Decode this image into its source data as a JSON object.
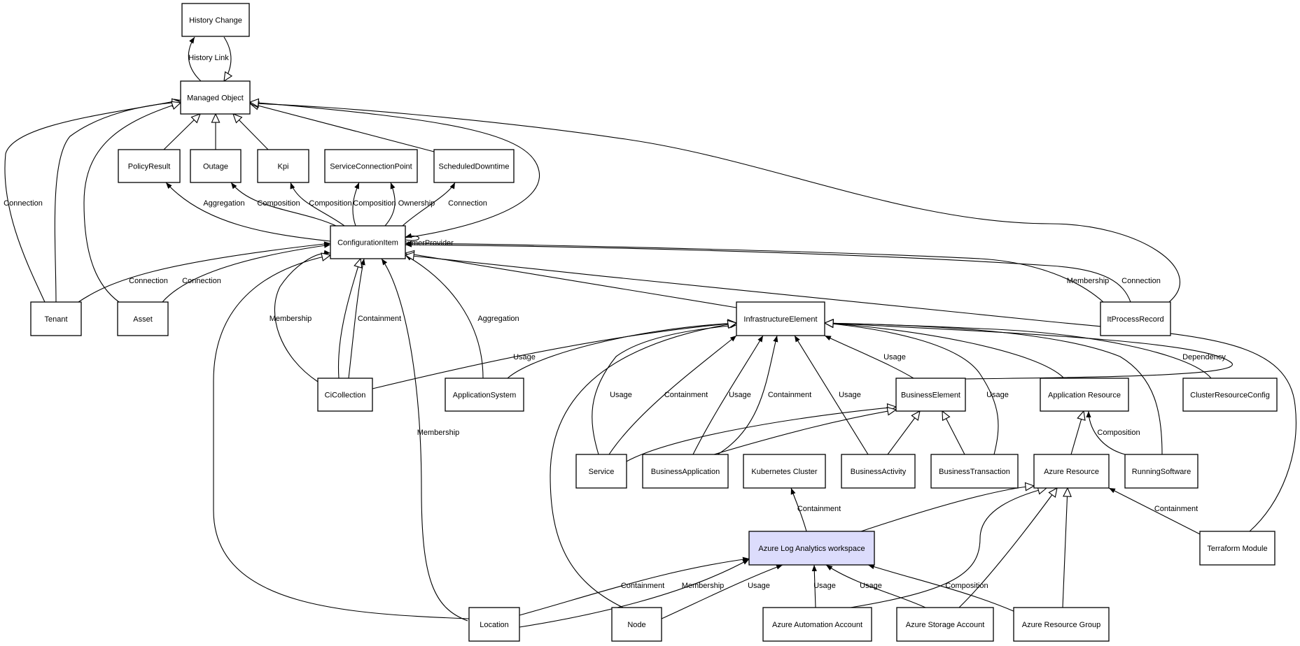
{
  "diagram": {
    "colors": {
      "background": "#ffffff",
      "node_fill": "#ffffff",
      "highlight_fill": "#dcdcfc",
      "stroke": "#000000"
    },
    "nodes": [
      {
        "id": "history_change",
        "label": "History Change"
      },
      {
        "id": "managed_object",
        "label": "Managed Object"
      },
      {
        "id": "policy_result",
        "label": "PolicyResult"
      },
      {
        "id": "outage",
        "label": "Outage"
      },
      {
        "id": "kpi",
        "label": "Kpi"
      },
      {
        "id": "service_connection_point",
        "label": "ServiceConnectionPoint"
      },
      {
        "id": "scheduled_downtime",
        "label": "ScheduledDowntime"
      },
      {
        "id": "configuration_item",
        "label": "ConfigurationItem"
      },
      {
        "id": "tenant",
        "label": "Tenant"
      },
      {
        "id": "asset",
        "label": "Asset"
      },
      {
        "id": "infrastructure_element",
        "label": "InfrastructureElement"
      },
      {
        "id": "it_process_record",
        "label": "ItProcessRecord"
      },
      {
        "id": "ci_collection",
        "label": "CiCollection"
      },
      {
        "id": "application_system",
        "label": "ApplicationSystem"
      },
      {
        "id": "business_element",
        "label": "BusinessElement"
      },
      {
        "id": "application_resource",
        "label": "Application Resource"
      },
      {
        "id": "cluster_resource_config",
        "label": "ClusterResourceConfig"
      },
      {
        "id": "service",
        "label": "Service"
      },
      {
        "id": "business_application",
        "label": "BusinessApplication"
      },
      {
        "id": "kubernetes_cluster",
        "label": "Kubernetes Cluster"
      },
      {
        "id": "business_activity",
        "label": "BusinessActivity"
      },
      {
        "id": "business_transaction",
        "label": "BusinessTransaction"
      },
      {
        "id": "azure_resource",
        "label": "Azure Resource"
      },
      {
        "id": "running_software",
        "label": "RunningSoftware"
      },
      {
        "id": "azure_log_analytics_workspace",
        "label": "Azure Log Analytics workspace",
        "highlight": true
      },
      {
        "id": "terraform_module",
        "label": "Terraform Module"
      },
      {
        "id": "location",
        "label": "Location"
      },
      {
        "id": "node",
        "label": "Node"
      },
      {
        "id": "azure_automation_account",
        "label": "Azure Automation Account"
      },
      {
        "id": "azure_storage_account",
        "label": "Azure Storage Account"
      },
      {
        "id": "azure_resource_group",
        "label": "Azure Resource Group"
      }
    ],
    "edges": [
      {
        "id": "hist_link_a",
        "from": "managed_object",
        "to": "history_change",
        "arrow": "filled",
        "label": "History Link"
      },
      {
        "id": "hist_link_b",
        "from": "history_change",
        "to": "managed_object",
        "arrow": "hollow",
        "label": ""
      },
      {
        "id": "policy_inherit",
        "from": "policy_result",
        "to": "managed_object",
        "arrow": "hollow",
        "label": ""
      },
      {
        "id": "outage_inherit",
        "from": "outage",
        "to": "managed_object",
        "arrow": "hollow",
        "label": ""
      },
      {
        "id": "kpi_inherit",
        "from": "kpi",
        "to": "managed_object",
        "arrow": "hollow",
        "label": ""
      },
      {
        "id": "sched_inherit",
        "from": "scheduled_downtime",
        "to": "managed_object",
        "arrow": "hollow",
        "label": ""
      },
      {
        "id": "itpr_inherit",
        "from": "it_process_record",
        "to": "managed_object",
        "arrow": "hollow",
        "label": ""
      },
      {
        "id": "tenant_conn_mo",
        "from": "tenant",
        "to": "managed_object",
        "arrow": "filled",
        "label": "Connection"
      },
      {
        "id": "tenant_inherit_mo",
        "from": "tenant",
        "to": "managed_object",
        "arrow": "hollow",
        "label": ""
      },
      {
        "id": "asset_inherit_mo",
        "from": "asset",
        "to": "managed_object",
        "arrow": "hollow",
        "label": ""
      },
      {
        "id": "ci_inherit_mo",
        "from": "configuration_item",
        "to": "managed_object",
        "arrow": "hollow",
        "label": ""
      },
      {
        "id": "ci_aggr_policy",
        "from": "configuration_item",
        "to": "policy_result",
        "arrow": "filled",
        "label": "Aggregation"
      },
      {
        "id": "ci_comp_outage",
        "from": "configuration_item",
        "to": "outage",
        "arrow": "filled",
        "label": "Composition"
      },
      {
        "id": "ci_comp_kpi",
        "from": "configuration_item",
        "to": "kpi",
        "arrow": "filled",
        "label": "Composition"
      },
      {
        "id": "ci_comp_scp",
        "from": "configuration_item",
        "to": "service_connection_point",
        "arrow": "filled",
        "label": "Composition"
      },
      {
        "id": "ci_own_scp",
        "from": "configuration_item",
        "to": "service_connection_point",
        "arrow": "filled",
        "label": "Ownership"
      },
      {
        "id": "ci_conn_sched",
        "from": "configuration_item",
        "to": "scheduled_downtime",
        "arrow": "filled",
        "label": "Connection"
      },
      {
        "id": "ci_self",
        "from": "configuration_item",
        "to": "configuration_item",
        "arrow": "filled",
        "label": "ConsumerProvider"
      },
      {
        "id": "tenant_conn_ci",
        "from": "tenant",
        "to": "configuration_item",
        "arrow": "filled",
        "label": "Connection"
      },
      {
        "id": "asset_conn_ci",
        "from": "asset",
        "to": "configuration_item",
        "arrow": "filled",
        "label": "Connection"
      },
      {
        "id": "cicoll_member_ci",
        "from": "ci_collection",
        "to": "configuration_item",
        "arrow": "filled",
        "label": "Membership"
      },
      {
        "id": "cicoll_contain_ci",
        "from": "ci_collection",
        "to": "configuration_item",
        "arrow": "filled",
        "label": "Containment"
      },
      {
        "id": "cicoll_inherit_ci",
        "from": "ci_collection",
        "to": "configuration_item",
        "arrow": "hollow",
        "label": ""
      },
      {
        "id": "appsys_aggr_ci",
        "from": "application_system",
        "to": "configuration_item",
        "arrow": "filled",
        "label": "Aggregation"
      },
      {
        "id": "location_member_ci",
        "from": "location",
        "to": "configuration_item",
        "arrow": "filled",
        "label": "Membership"
      },
      {
        "id": "location_inherit_ci",
        "from": "location",
        "to": "configuration_item",
        "arrow": "hollow",
        "label": ""
      },
      {
        "id": "ie_inherit_ci",
        "from": "infrastructure_element",
        "to": "configuration_item",
        "arrow": "hollow",
        "label": ""
      },
      {
        "id": "terraform_inherit_ci",
        "from": "terraform_module",
        "to": "configuration_item",
        "arrow": "hollow",
        "label": ""
      },
      {
        "id": "itpr_member_ci",
        "from": "it_process_record",
        "to": "configuration_item",
        "arrow": "filled",
        "label": "Membership"
      },
      {
        "id": "itpr_conn_ci",
        "from": "it_process_record",
        "to": "configuration_item",
        "arrow": "filled",
        "label": "Connection"
      },
      {
        "id": "cicoll_usage_ie",
        "from": "ci_collection",
        "to": "infrastructure_element",
        "arrow": "filled",
        "label": "Usage"
      },
      {
        "id": "appsys_inherit_ie",
        "from": "application_system",
        "to": "infrastructure_element",
        "arrow": "hollow",
        "label": ""
      },
      {
        "id": "service_usage_ie",
        "from": "service",
        "to": "infrastructure_element",
        "arrow": "filled",
        "label": "Usage"
      },
      {
        "id": "service_contain_ie",
        "from": "service",
        "to": "infrastructure_element",
        "arrow": "filled",
        "label": "Containment"
      },
      {
        "id": "bapp_usage_ie",
        "from": "business_application",
        "to": "infrastructure_element",
        "arrow": "filled",
        "label": "Usage"
      },
      {
        "id": "bapp_contain_ie",
        "from": "business_application",
        "to": "infrastructure_element",
        "arrow": "filled",
        "label": "Containment"
      },
      {
        "id": "bactivity_usage_ie",
        "from": "business_activity",
        "to": "infrastructure_element",
        "arrow": "filled",
        "label": "Usage"
      },
      {
        "id": "be_usage_ie",
        "from": "business_element",
        "to": "infrastructure_element",
        "arrow": "filled",
        "label": "Usage"
      },
      {
        "id": "btrans_usage_ie",
        "from": "business_transaction",
        "to": "infrastructure_element",
        "arrow": "filled",
        "label": "Usage"
      },
      {
        "id": "appres_inherit_ie",
        "from": "application_resource",
        "to": "infrastructure_element",
        "arrow": "hollow",
        "label": ""
      },
      {
        "id": "running_inherit_ie",
        "from": "running_software",
        "to": "infrastructure_element",
        "arrow": "hollow",
        "label": ""
      },
      {
        "id": "crc_dep_ie",
        "from": "cluster_resource_config",
        "to": "infrastructure_element",
        "arrow": "filled",
        "label": "Dependency"
      },
      {
        "id": "be_inherit_ie",
        "from": "business_element",
        "to": "infrastructure_element",
        "arrow": "hollow",
        "label": ""
      },
      {
        "id": "node_inherit_ie",
        "from": "node",
        "to": "infrastructure_element",
        "arrow": "hollow",
        "label": ""
      },
      {
        "id": "service_inherit_be",
        "from": "service",
        "to": "business_element",
        "arrow": "hollow",
        "label": ""
      },
      {
        "id": "bapp_inherit_be",
        "from": "business_application",
        "to": "business_element",
        "arrow": "hollow",
        "label": ""
      },
      {
        "id": "bactivity_inherit_be",
        "from": "business_activity",
        "to": "business_element",
        "arrow": "hollow",
        "label": ""
      },
      {
        "id": "btrans_inherit_be",
        "from": "business_transaction",
        "to": "business_element",
        "arrow": "hollow",
        "label": ""
      },
      {
        "id": "azres_inherit_appres",
        "from": "azure_resource",
        "to": "application_resource",
        "arrow": "hollow",
        "label": ""
      },
      {
        "id": "running_comp_appres",
        "from": "running_software",
        "to": "application_resource",
        "arrow": "filled",
        "label": "Composition"
      },
      {
        "id": "terraform_contain_azres",
        "from": "terraform_module",
        "to": "azure_resource",
        "arrow": "filled",
        "label": "Containment"
      },
      {
        "id": "law_contain_k8s",
        "from": "azure_log_analytics_workspace",
        "to": "kubernetes_cluster",
        "arrow": "filled",
        "label": "Containment"
      },
      {
        "id": "law_inherit_azres",
        "from": "azure_log_analytics_workspace",
        "to": "azure_resource",
        "arrow": "hollow",
        "label": ""
      },
      {
        "id": "aaa_inherit_azres",
        "from": "azure_automation_account",
        "to": "azure_resource",
        "arrow": "hollow",
        "label": ""
      },
      {
        "id": "asa_inherit_azres",
        "from": "azure_storage_account",
        "to": "azure_resource",
        "arrow": "hollow",
        "label": ""
      },
      {
        "id": "arg_inherit_azres",
        "from": "azure_resource_group",
        "to": "azure_resource",
        "arrow": "hollow",
        "label": ""
      },
      {
        "id": "location_contain_law",
        "from": "location",
        "to": "azure_log_analytics_workspace",
        "arrow": "filled",
        "label": "Containment"
      },
      {
        "id": "location_member_law",
        "from": "location",
        "to": "azure_log_analytics_workspace",
        "arrow": "filled",
        "label": "Membership"
      },
      {
        "id": "node_usage_law",
        "from": "node",
        "to": "azure_log_analytics_workspace",
        "arrow": "filled",
        "label": "Usage"
      },
      {
        "id": "aaa_usage_law",
        "from": "azure_automation_account",
        "to": "azure_log_analytics_workspace",
        "arrow": "filled",
        "label": "Usage"
      },
      {
        "id": "asa_usage_law",
        "from": "azure_storage_account",
        "to": "azure_log_analytics_workspace",
        "arrow": "filled",
        "label": "Usage"
      },
      {
        "id": "arg_comp_law",
        "from": "azure_resource_group",
        "to": "azure_log_analytics_workspace",
        "arrow": "filled",
        "label": "Composition"
      }
    ]
  }
}
